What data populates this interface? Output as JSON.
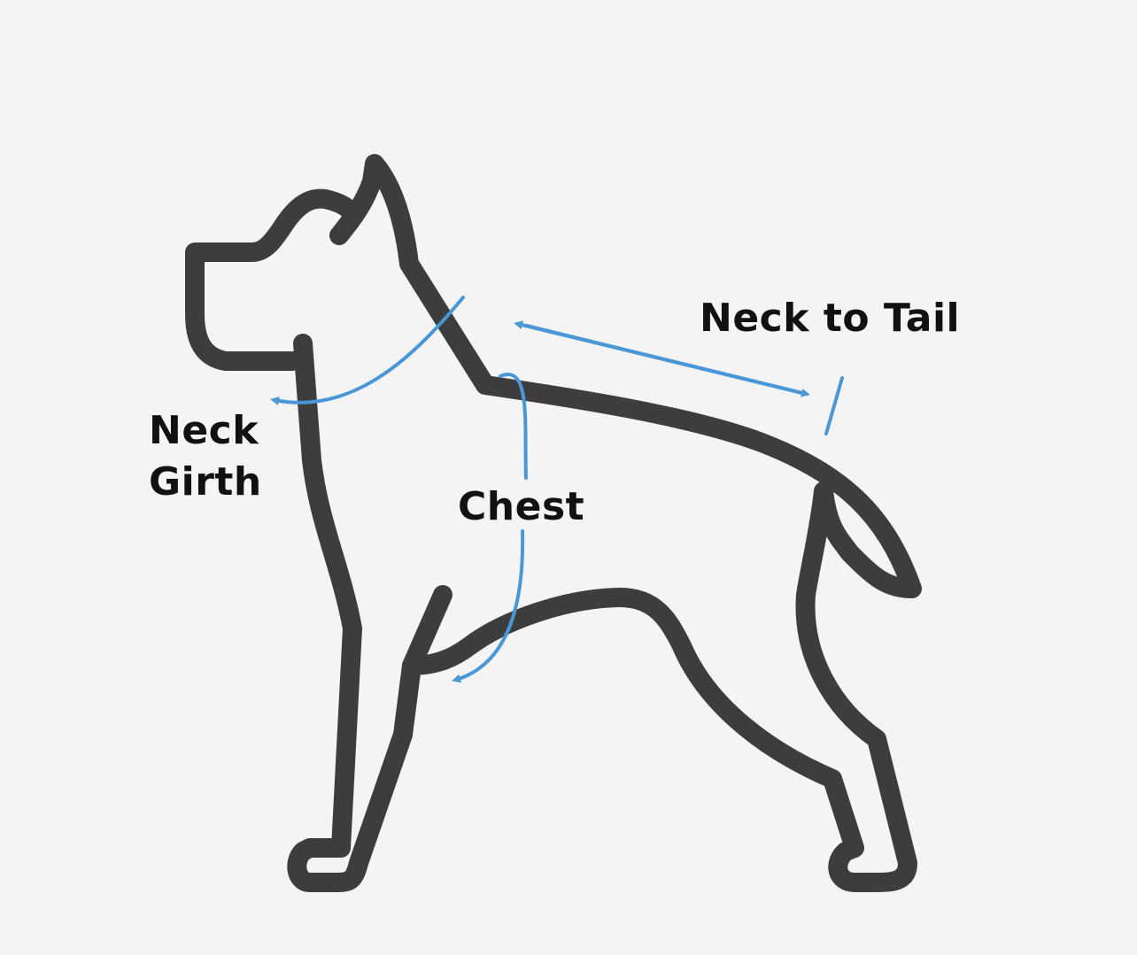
{
  "labels": {
    "neck_girth_line1": "Neck",
    "neck_girth_line2": "Girth",
    "chest": "Chest",
    "neck_to_tail": "Neck to Tail"
  },
  "colors": {
    "background": "#f4f4f4",
    "outline": "#3d3d3d",
    "measure": "#4a97d8",
    "text": "#111111"
  }
}
